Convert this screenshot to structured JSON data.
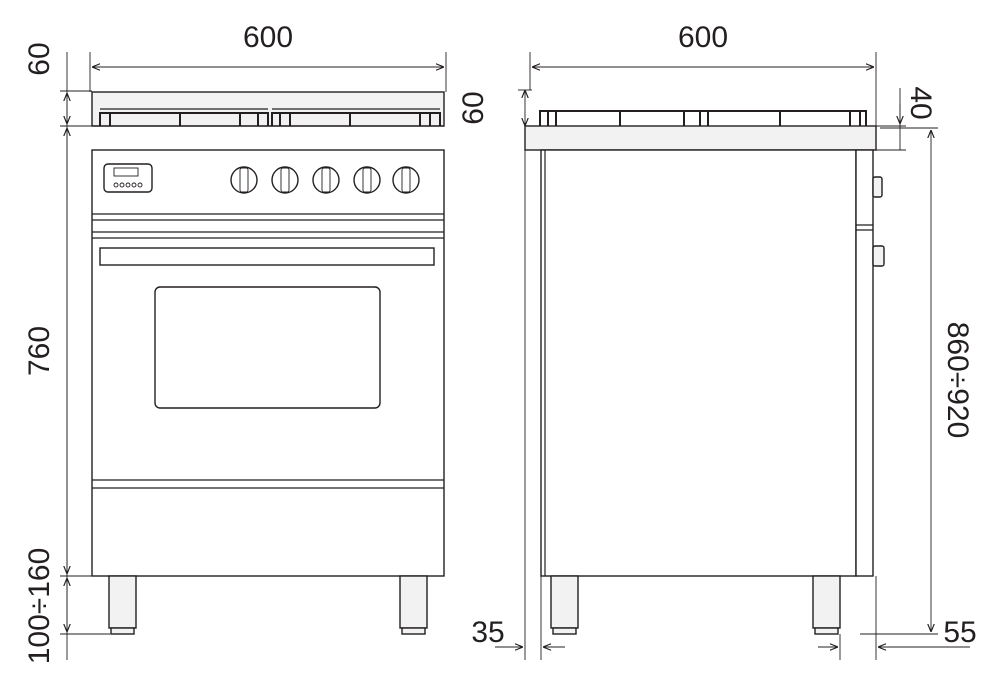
{
  "dimensions": {
    "front_width": "600",
    "front_top_height": "60",
    "front_body_height": "760",
    "front_feet_height": "100÷160",
    "side_width": "600",
    "side_top_height": "60",
    "side_back_height": "40",
    "side_total_height": "860÷920",
    "side_rear_offset": "35",
    "side_front_offset": "55"
  },
  "colors": {
    "line": "#231f20",
    "steel": "#f2f2f2",
    "background": "#ffffff"
  }
}
